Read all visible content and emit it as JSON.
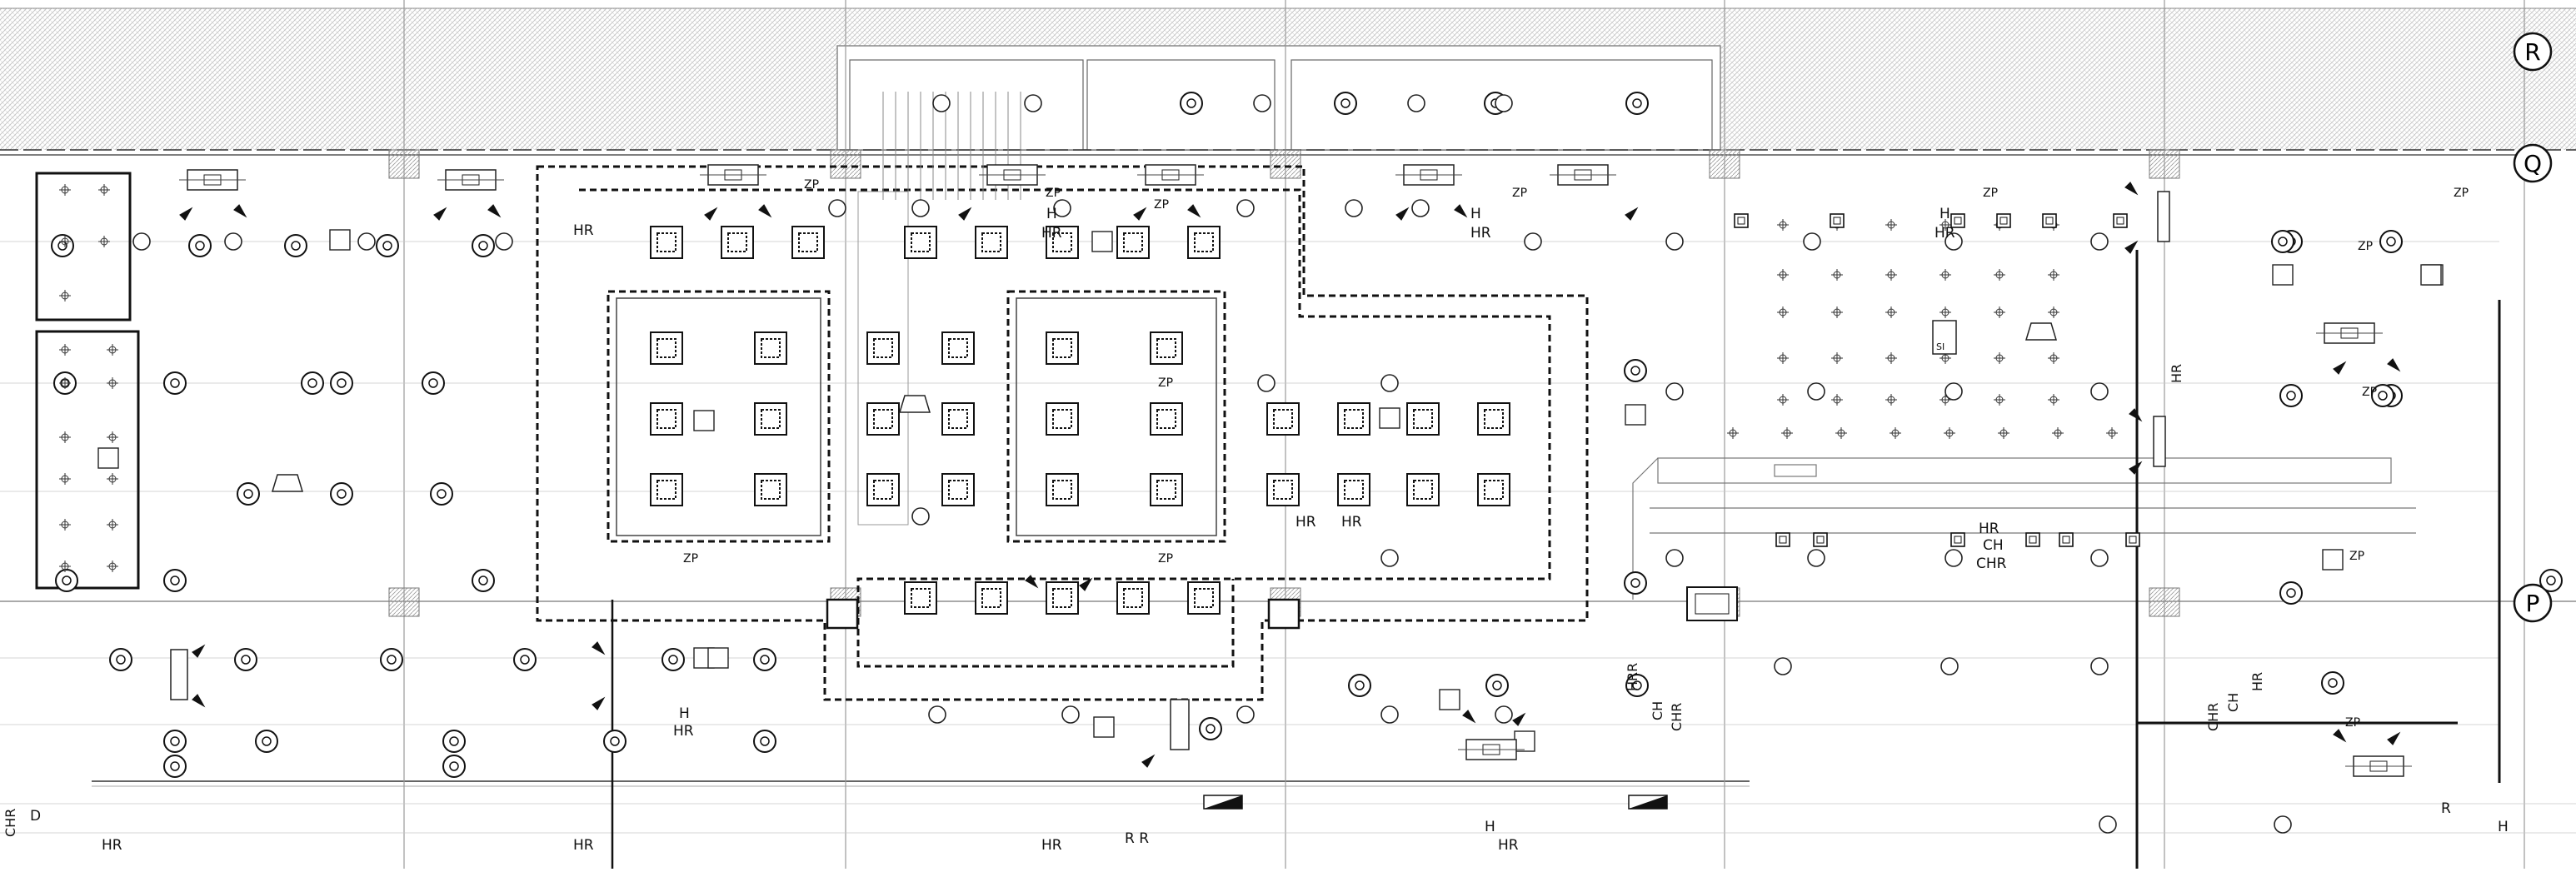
{
  "drawing": {
    "grid_bubbles": [
      "R",
      "Q",
      "P"
    ],
    "labels": {
      "zp": "ZP",
      "hr": "HR",
      "ch": "CH",
      "chr": "CHR",
      "h": "H",
      "r": "R",
      "rr": "R R",
      "d": "D",
      "si": "SI",
      "hr_vert": "HR",
      "hrr": "HRR"
    }
  },
  "colors": {
    "line": "#222222",
    "thin": "#777777",
    "hatch": "#bbbbbb",
    "background": "#ffffff"
  }
}
